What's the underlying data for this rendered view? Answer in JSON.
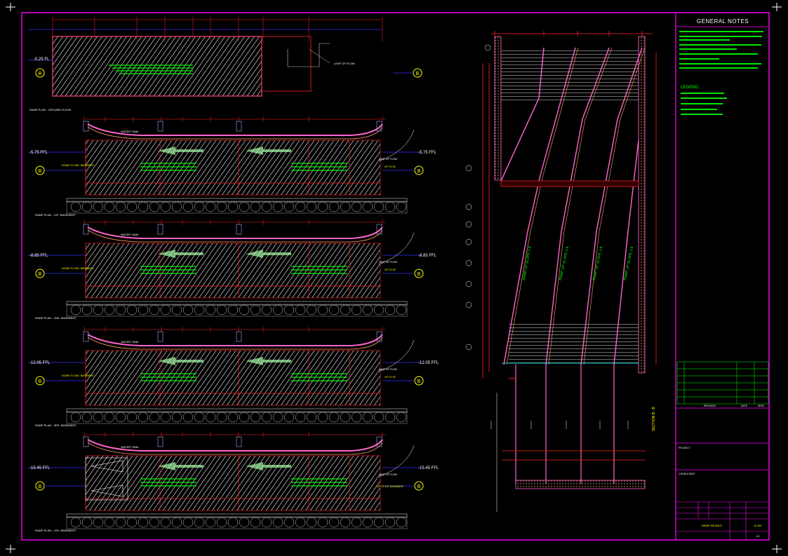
{
  "colors": {
    "background": "#000000",
    "border": "#ff00ff",
    "text": "#ffffff",
    "notes": "#00ff00",
    "dimension": "#ff2020",
    "hatch": "#ffffff",
    "grid": "#3030ff",
    "accent": "#ffff00",
    "wall": "#ff66cc",
    "landscape": "#c8c8c8"
  },
  "notes": {
    "title": "GENERAL NOTES",
    "legend_title": "LEGEND:"
  },
  "levels": [
    {
      "plan_label": "RAMP PLAN - GROUND FLOOR",
      "ffl_left": "-0.25 FL",
      "ffl_right": ""
    },
    {
      "plan_label": "RAMP PLAN - 1ST. BASEMENT",
      "ffl_left": "-5.75 FFL",
      "ffl_right": "-5.75 FFL"
    },
    {
      "plan_label": "RAMP PLAN - 2ND. BASEMENT",
      "ffl_left": "-8.85 FFL",
      "ffl_right": "-8.85 FFL"
    },
    {
      "plan_label": "RAMP PLAN - 3RD. BASEMENT",
      "ffl_left": "-12.05 FFL",
      "ffl_right": "-12.05 FFL"
    },
    {
      "plan_label": "RAMP PLAN - 4TH. BASEMENT",
      "ffl_left": "-15.45 FFL",
      "ffl_right": "-15.45 FFL"
    }
  ],
  "plan_text": {
    "water_tank": "WATER TANK",
    "limit_of_flow": "LIMIT OF FLOW",
    "down_to_basement": "DOWN TO 2ND. BASEMENT",
    "up_to_gf": "UP TO GF",
    "up_to_1st": "UP TO 1ST BASEMENT",
    "marker": "B"
  },
  "section": {
    "label": "SECTION B - B"
  },
  "title_block": {
    "revision_col": "REVISION",
    "date_col": "DATE",
    "sign_col": "SIGN",
    "project": "PROJECT:",
    "consultant": "CONSULTANT:",
    "drawing_title": "RAMP DETAILS",
    "drawing_no": "A-204",
    "sheet": "1/1"
  }
}
